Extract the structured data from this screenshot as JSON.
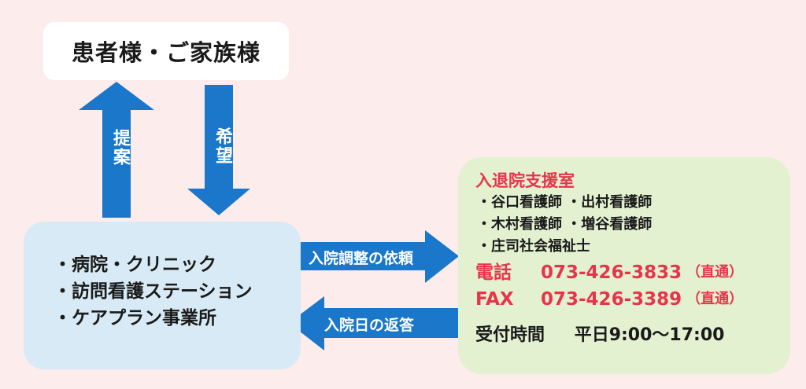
{
  "patient_box": {
    "label": "患者様・ご家族様"
  },
  "arrows": {
    "proposal": "提案",
    "request": "希望",
    "admission_request": "入院調整の依頼",
    "date_reply": "入院日の返答"
  },
  "facilities": {
    "items": [
      "・病院・クリニック",
      "・訪問看護ステーション",
      "・ケアプラン事業所"
    ]
  },
  "office": {
    "title": "入退院支援室",
    "staff": [
      "・谷口看護師 ・出村看護師",
      "・木村看護師 ・増谷看護師",
      "・庄司社会福祉士"
    ],
    "phone_label": "電話",
    "phone_number": "073-426-3833",
    "phone_note": "（直通）",
    "fax_label": "FAX",
    "fax_number": "073-426-3389",
    "fax_note": "（直通）",
    "hours_label": "受付時間",
    "hours_value": "平日9:00～17:00"
  },
  "colors": {
    "arrow": "#1a77c9",
    "accent_red": "#e8344a",
    "background": "#fdecec"
  }
}
